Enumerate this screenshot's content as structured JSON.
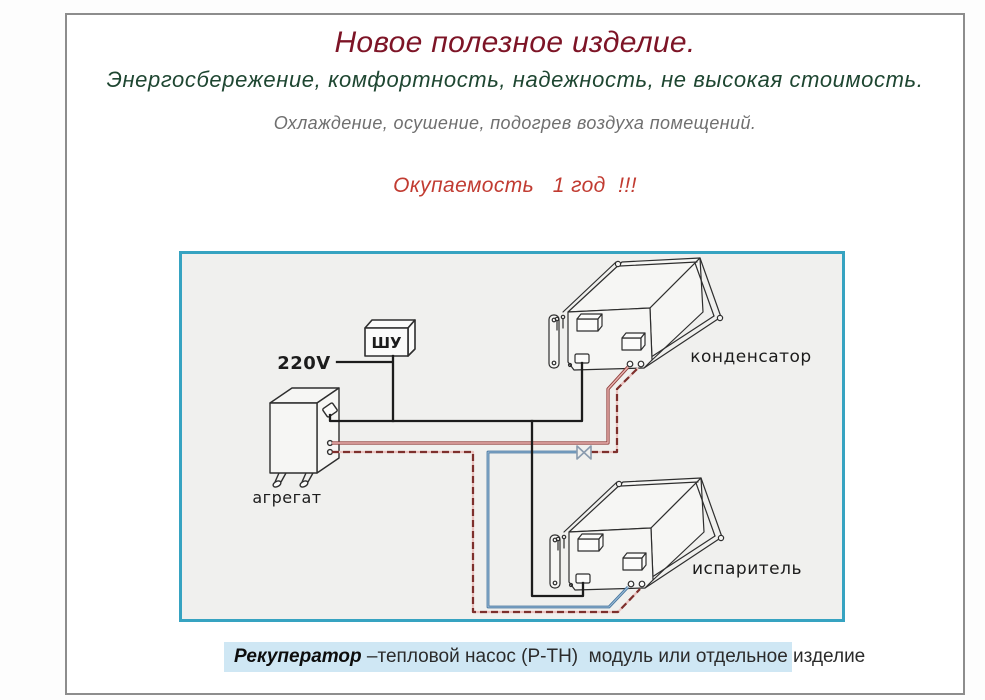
{
  "header": {
    "title": "Новое полезное изделие.",
    "benefits_line": "Энергосбережение, комфортность, надежность, не высокая стоимость.",
    "functions_line": "Охлаждение, осушение, подогрев воздуха помещений.",
    "payback_line": "Окупаемость   1 год  !!!"
  },
  "diagram": {
    "labels": {
      "voltage": "220V",
      "control_box": "ШУ",
      "aggregate": "агрегат",
      "condenser": "конденсатор",
      "evaporator": "испаритель"
    },
    "colors": {
      "border": "#36a3c1",
      "background": "#f0f0ee",
      "wire_power": "#1c1c1c",
      "wire_liquid_line": "#a84a46",
      "wire_liquid_line_dashed": "#7e302d",
      "wire_suction_line": "#49799f",
      "valve": "#8a9bae"
    }
  },
  "caption": {
    "product": "Рекуператор",
    "description": " –тепловой насос (Р-ТН)  модуль или отдельное изделие",
    "highlight_color": "#cfe7f4"
  },
  "text_colors": {
    "title": "#7d1426",
    "benefits": "#1e4631",
    "functions": "#6f6f6f",
    "payback": "#c13b31"
  }
}
